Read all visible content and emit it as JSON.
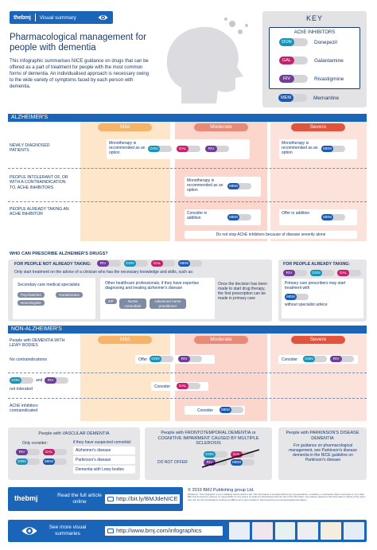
{
  "header": {
    "brand": "thebmj",
    "brand_subtitle": "Visual summary",
    "title": "Pharmacological management for people with dementia",
    "intro": "This infographic summarises NICE guidance on drugs that can be offered as a part of treatment for people with the most common forms of dementia. An individualised approach is necessary owing to the wide variety of symptoms faced by each person with dementia."
  },
  "key": {
    "title": "KEY",
    "box_title": "AChE INHIBITORS",
    "items": [
      {
        "code": "DON",
        "label": "Donepezil"
      },
      {
        "code": "GAL",
        "label": "Galantamine"
      },
      {
        "code": "RIV",
        "label": "Rivastigmine"
      }
    ],
    "memantine": {
      "code": "MEM",
      "label": "Memantine"
    }
  },
  "alzheimers": {
    "section_title": "ALZHEIMER'S",
    "columns": [
      "Mild",
      "Moderate",
      "Severe"
    ],
    "rows": [
      {
        "label": "NEWLY DIAGNOSED PATIENTS",
        "mild_text": "Monotherapy is recommended as an option",
        "severe_text": "Monotherapy is recommended as an option"
      },
      {
        "label": "PEOPLE INTOLERANT OF, OR WITH A CONTRAINDICATION TO, AChE INHIBITORS",
        "moderate_text": "Monotherapy is recommended as an option"
      },
      {
        "label": "PEOPLE ALREADY TAKING AN AChE INHIBITOR",
        "moderate_text": "Consider in addition",
        "severe_text": "Offer in addition",
        "note": "Do not stop AChE inhibitors because of disease severity alone"
      }
    ]
  },
  "prescribers": {
    "heading": "WHO CAN PRESCRIBE ALZHEIMER'S DRUGS?",
    "not_taking": {
      "title": "FOR PEOPLE NOT ALREADY TAKING:",
      "subtitle": "Only start treatment on the advice of a clinician who has the necessary knowledge and skills, such as:",
      "secondary_title": "Secondary care medical specialists",
      "secondary_tags": [
        "Psychiatrists",
        "Geriatricians",
        "Neurologists"
      ],
      "other_title": "Other healthcare professionals, if they have expertise diagnosing and treating alzheimer's disease",
      "other_tags": [
        "GP",
        "Nurse consultant",
        "Advanced nurse practitioner"
      ],
      "decision_text": "Once the decision has been made to start drug therapy, the first prescription can be made in primary care"
    },
    "already_taking": {
      "title": "FOR PEOPLE ALREADY TAKING:",
      "text": "Primary care prescribers may start treatment with",
      "footer": "without specialist advice"
    }
  },
  "non_alzheimers": {
    "section_title": "NON-ALZHEIMER'S",
    "columns": [
      "Mild",
      "Moderate",
      "Severe"
    ],
    "rows": [
      {
        "label": "People with DEMENTIA WITH LEWY BODIES",
        "style": "upper"
      },
      {
        "label": "No contraindications",
        "offer": "Offer",
        "consider": "Consider"
      },
      {
        "label_and": "and",
        "label": "not tolerated",
        "consider": "Consider"
      },
      {
        "label": "AChE inhibitors contraindicated",
        "consider": "Consider"
      }
    ]
  },
  "vascular": {
    "title": "People with VASCULAR DEMENTIA",
    "only_consider": "Only consider:",
    "comorbid_title": "if they have suspected comorbid:",
    "comorbid": [
      "Alzheimer's disease",
      "Parkinson's disease",
      "Dementia with Lewy bodies"
    ]
  },
  "ftd": {
    "title": "People with FRONTOTEMPORAL DEMENTIA or COGNITIVE IMPAIRMENT CAUSED BY MULTIPLE SCLEROSIS",
    "text": "DO NOT OFFER"
  },
  "parkinsons": {
    "title": "People with PARKINSON'S DISEASE DEMENTIA",
    "text": "For guidance on pharmacological management, see Parkinson's disease dementia in the NICE guideline on Parkinson's disease"
  },
  "copyright": {
    "line": "© 2019 BMJ Publishing group Ltd.",
    "disclaimer": "Disclaimer: This infographic is not a validated clinical decision aid. This information is provided without any representations, conditions, or warranties that it is accurate or up to date. BMJ and its licensors assume no responsibility for any aspect of treatment administered with the aid of this information. Any reliance placed on this information is strictly at the user's own risk. For the full disclaimer wording see BMJ's terms and conditions: http://www.bmj.com/company/legal-information/"
  },
  "footer": {
    "brand": "thebmj",
    "read_text": "Read the full article online",
    "article_url": "http://bit.ly/BMJdeNICE",
    "more_text": "See more visual summaries",
    "more_url": "http://www.bmj.com/infographics"
  },
  "colors": {
    "brand_blue": "#1a65b8",
    "navy": "#1a3a6b",
    "donepezil": "#1b92b8",
    "galantamine": "#c2236b",
    "rivastigmine": "#6f3e99",
    "memantine": "#1c5ab0",
    "mild": "#f6b46b",
    "moderate": "#e88a78",
    "severe": "#e0543e"
  }
}
